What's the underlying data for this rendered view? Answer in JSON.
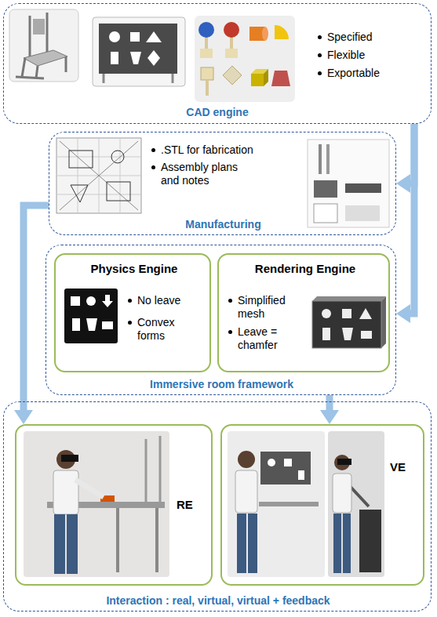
{
  "diagram": {
    "nodes": [
      {
        "text": [
          "Specified",
          "Flexible",
          "Exportable",
          "CAD engine"
        ]
      },
      {
        "text": [
          ".STL for fabrication",
          "Assembly plans and notes",
          "Manufacturing"
        ]
      },
      {
        "text": [
          "Immersive room framework"
        ]
      },
      {
        "text": [
          "Physics Engine",
          "No leave",
          "Convex forms"
        ],
        "in": 2
      },
      {
        "text": [
          "Rendering Engine",
          "Simplified mesh",
          "Leave = chamfer"
        ],
        "in": 2
      },
      {
        "text": [
          "Interaction : real, virtual, virtual + feedback"
        ]
      },
      {
        "text": [
          "RE"
        ],
        "in": 5
      },
      {
        "text": [
          "VE"
        ],
        "in": 5
      }
    ],
    "edges": [
      {
        "from": 0,
        "to": 1,
        "arrow": "to"
      },
      {
        "from": 0,
        "to": 2,
        "arrow": "to"
      },
      {
        "from": 1,
        "to": 6,
        "arrow": "to"
      },
      {
        "from": 2,
        "to": 7,
        "arrow": "to"
      }
    ]
  }
}
